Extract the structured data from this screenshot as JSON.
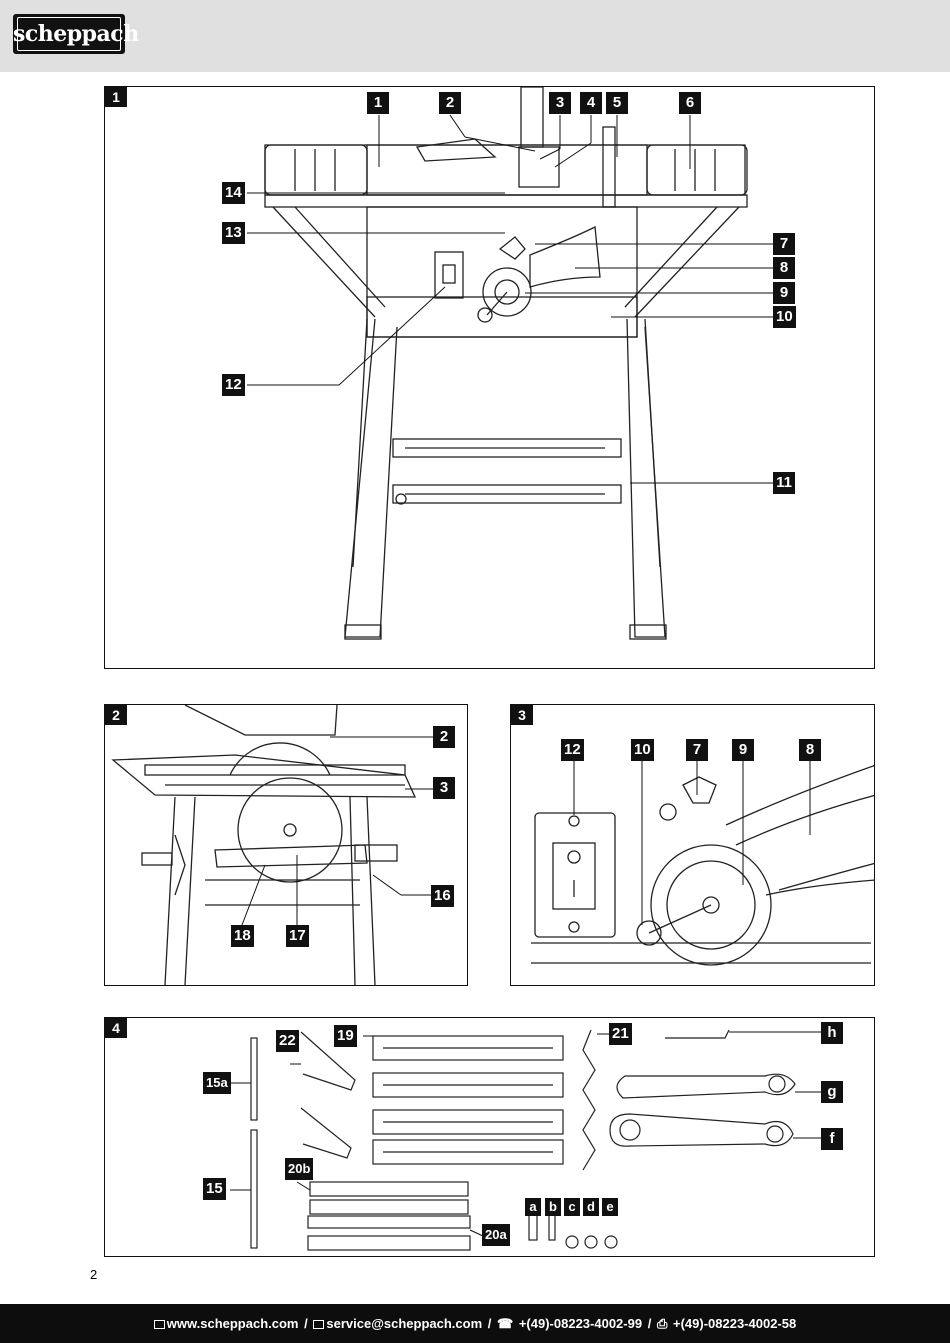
{
  "brand": {
    "logo_text": "scheppach"
  },
  "figures": {
    "fig1": {
      "number": "1",
      "callouts": [
        "1",
        "2",
        "3",
        "4",
        "5",
        "6",
        "7",
        "8",
        "9",
        "10",
        "11",
        "12",
        "13",
        "14"
      ]
    },
    "fig2": {
      "number": "2",
      "callouts": [
        "2",
        "3",
        "16",
        "18",
        "17"
      ]
    },
    "fig3": {
      "number": "3",
      "callouts": [
        "12",
        "10",
        "7",
        "9",
        "8"
      ]
    },
    "fig4": {
      "number": "4",
      "callouts": [
        "22",
        "19",
        "21",
        "h",
        "15a",
        "g",
        "f",
        "20b",
        "15",
        "a",
        "b",
        "c",
        "d",
        "e",
        "20a"
      ]
    }
  },
  "page_number": "2",
  "footer": {
    "website": "www.scheppach.com",
    "email": "service@scheppach.com",
    "phone": "+(49)-08223-4002-99",
    "fax": "+(49)-08223-4002-58",
    "separator": "/"
  },
  "colors": {
    "header_bg": "#e0e0e0",
    "footer_bg": "#0d0d0d",
    "callout_bg": "#111111"
  }
}
